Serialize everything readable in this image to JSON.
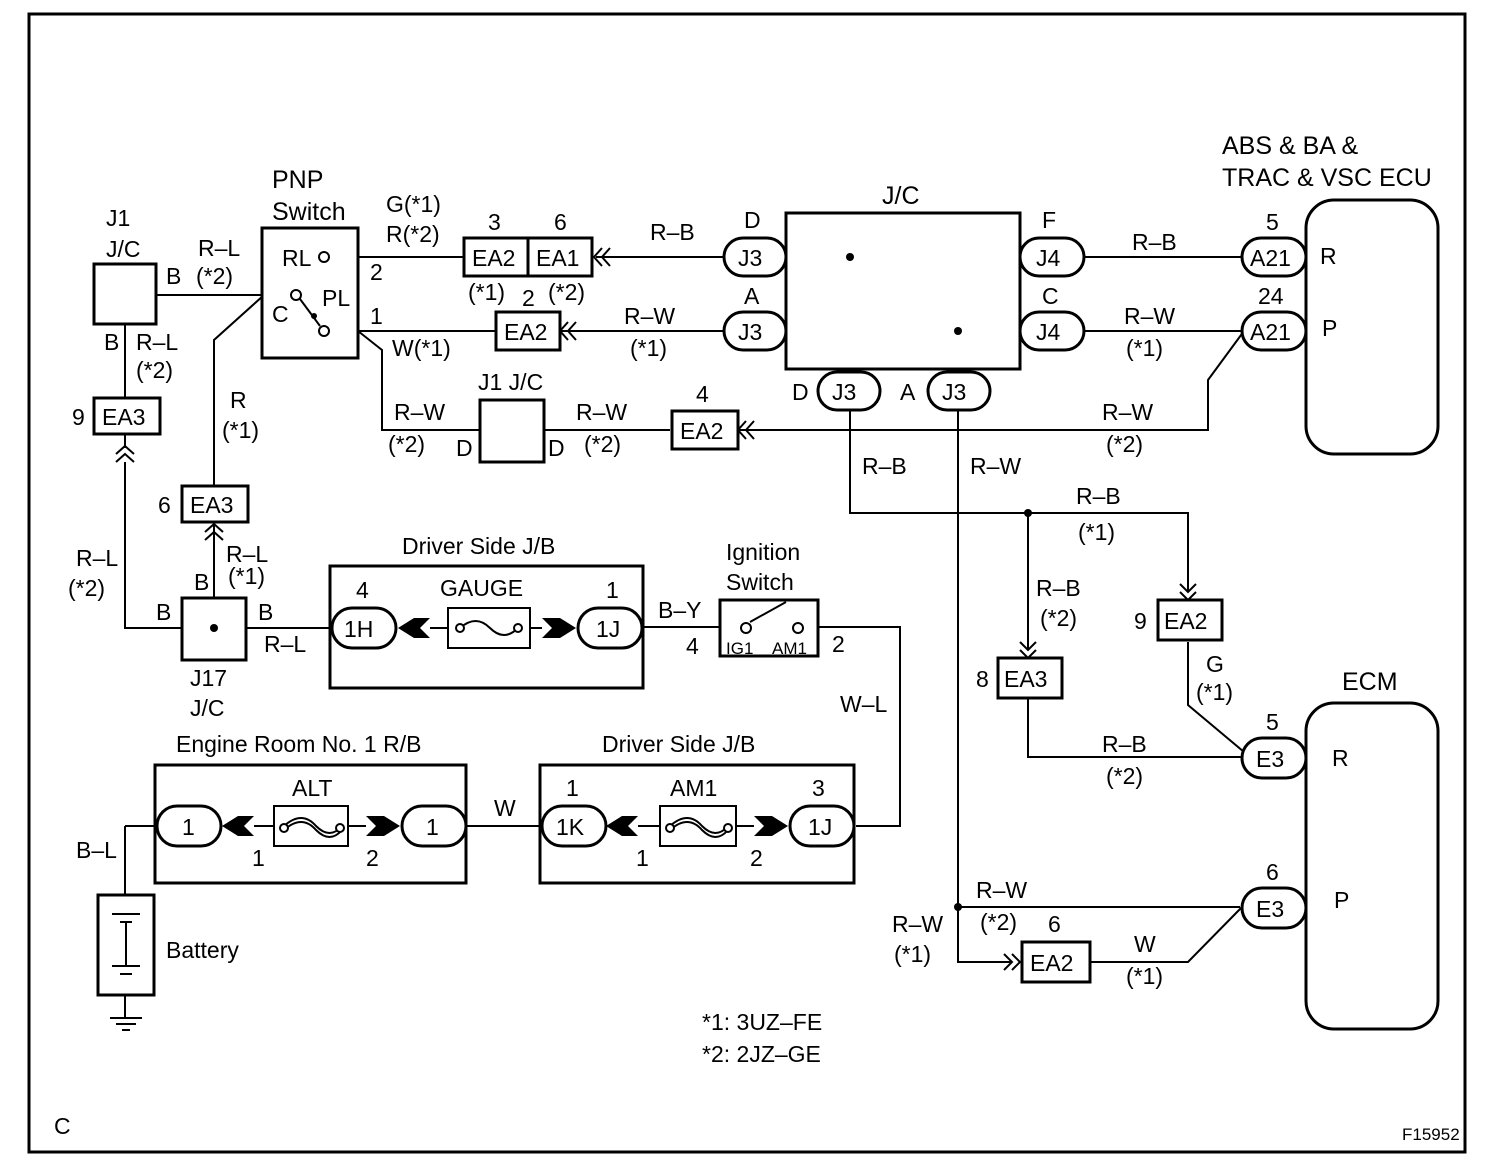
{
  "components": {
    "pnp_title": [
      "PNP",
      "Switch"
    ],
    "pnp_rl": "RL",
    "pnp_c": "C",
    "pnp_pl": "PL",
    "abs_title": [
      "ABS & BA &",
      "TRAC & VSC ECU"
    ],
    "abs_r": "R",
    "abs_p": "P",
    "jc_center": "J/C",
    "j1_jc_top": [
      "J1",
      "J/C"
    ],
    "j1_jc_mid": "J1  J/C",
    "j17_jc": [
      "J17",
      "J/C"
    ],
    "driver_jb_upper": "Driver Side J/B",
    "gauge": "GAUGE",
    "ignition": [
      "Ignition",
      "Switch"
    ],
    "ig1": "IG1",
    "am1_sw": "AM1",
    "engine_rb": "Engine Room No. 1 R/B",
    "alt": "ALT",
    "driver_jb_lower": "Driver Side J/B",
    "am1": "AM1",
    "battery": "Battery",
    "ecm": "ECM",
    "ecm_r": "R",
    "ecm_p": "P"
  },
  "connectors": {
    "ea2_top": "EA2",
    "ea1_top": "EA1",
    "ea2_mid": "EA2",
    "ea2_low": "EA2",
    "ea3_left": "EA3",
    "ea3_mid": "EA3",
    "ea2_r9": "EA2",
    "ea3_r8": "EA3",
    "ea2_bottom": "EA2",
    "j3_d": "J3",
    "j3_a": "J3",
    "j3_bd": "J3",
    "j3_ba": "J3",
    "j4_f": "J4",
    "j4_c": "J4",
    "a21_5": "A21",
    "a21_24": "A21",
    "c1h": "1H",
    "c1j_upper": "1J",
    "c1_left": "1",
    "c1_right": "1",
    "c1k": "1K",
    "c1j_lower": "1J",
    "e3_5": "E3",
    "e3_6": "E3"
  },
  "pins": {
    "p3": "3",
    "p6": "6",
    "p2a": "2",
    "p2": "2",
    "p1": "1",
    "p4": "4",
    "p5": "5",
    "p24": "24",
    "p9_ea3": "9",
    "p6_ea3": "6",
    "p4_gauge": "4",
    "p1_gauge": "1",
    "p4_ign": "4",
    "p2_ign": "2",
    "p1_alt": "1",
    "p2_alt": "2",
    "p1_am1_top": "1",
    "p3_am1_top": "3",
    "p1_am1": "1",
    "p2_am1": "2",
    "p9_r": "9",
    "p8_r": "8",
    "p5_ecm": "5",
    "p6_ecm": "6",
    "p6_ea2": "6",
    "D1": "D",
    "A1": "A",
    "F1": "F",
    "C1": "C",
    "D2": "D",
    "A2": "A",
    "D3": "D",
    "D4": "D",
    "B1": "B",
    "B2": "B",
    "B3": "B",
    "B4": "B",
    "B5": "B"
  },
  "wires": {
    "rl_top": "R–L",
    "rl_top2": "(*2)",
    "g1": "G(*1)",
    "r2": "R(*2)",
    "star1_a": "(*1)",
    "star2_a": "(*2)",
    "rb1": "R–B",
    "rw1": "R–W",
    "star1_b": "(*1)",
    "w1": "W(*1)",
    "rb_r": "R–B",
    "rw_r": "R–W",
    "star1_c": "(*1)",
    "rl_left": "R–L",
    "star2_b": "(*2)",
    "r_mid": "R",
    "star1_d": "(*1)",
    "rw_l1": "R–W",
    "star2_c": "(*2)",
    "rw_l2": "R–W",
    "star2_d": "(*2)",
    "rw_long": "R–W",
    "star2_e": "(*2)",
    "rb_v": "R–B",
    "rw_v": "R–W",
    "rb_h": "R–B",
    "star1_e": "(*1)",
    "rb_ea3": "R–B",
    "star2_f": "(*2)",
    "g_r": "G",
    "star1_f": "(*1)",
    "rb_ecm": "R–B",
    "star2_g": "(*2)",
    "rl_low": "R–L",
    "star2_h": "(*2)",
    "rl_low2": "R–L",
    "star1_g": "(*1)",
    "rl_j17": "R–L",
    "by": "B–Y",
    "wl": "W–L",
    "w_mid": "W",
    "bl": "B–L",
    "rw_e3": "R–W",
    "star2_i": "(*2)",
    "rw_bot": "R–W",
    "star1_h": "(*1)",
    "w_bot": "W",
    "star1_i": "(*1)"
  },
  "legend": {
    "n1": "*1: 3UZ–FE",
    "n2": "*2: 2JZ–GE"
  },
  "corner_code": "C",
  "figure_id": "F15952"
}
